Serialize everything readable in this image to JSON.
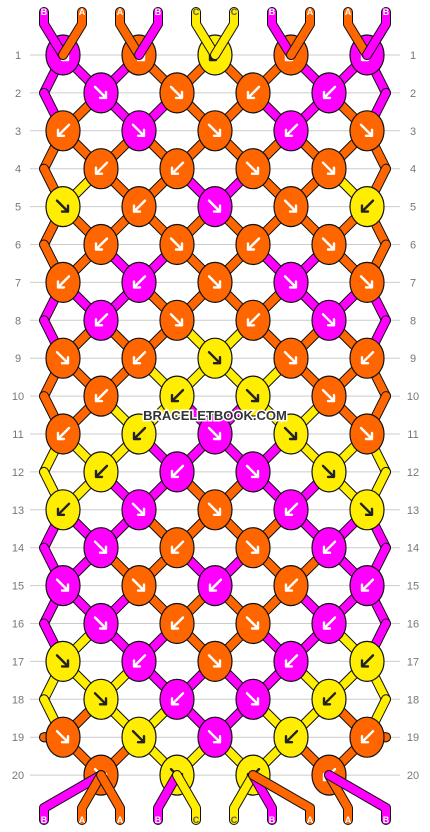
{
  "watermark": "BRACELETBOOK.COM",
  "colors": {
    "A": "#ff6600",
    "B": "#ff00ff",
    "C": "#ffee00",
    "outline": "#111111",
    "gridline": "#cccccc"
  },
  "strands_top": [
    "B",
    "A",
    "A",
    "B",
    "C",
    "C",
    "B",
    "A",
    "A",
    "B"
  ],
  "strands_bottom": [
    "B",
    "A",
    "A",
    "B",
    "C",
    "C",
    "B",
    "A",
    "A",
    "B"
  ],
  "row_labels": [
    "1",
    "2",
    "3",
    "4",
    "5",
    "6",
    "7",
    "8",
    "9",
    "10",
    "11",
    "12",
    "13",
    "14",
    "15",
    "16",
    "17",
    "18",
    "19",
    "20"
  ],
  "knots": [
    [
      {
        "c": "B",
        "d": "dr"
      },
      {
        "c": "A",
        "d": "dr"
      },
      {
        "c": "C",
        "d": "dl"
      },
      {
        "c": "A",
        "d": "dl"
      },
      {
        "c": "B",
        "d": "dl"
      }
    ],
    [
      {
        "c": "B",
        "d": "dr"
      },
      {
        "c": "A",
        "d": "dr"
      },
      {
        "c": "A",
        "d": "dl"
      },
      {
        "c": "B",
        "d": "dl"
      }
    ],
    [
      {
        "c": "A",
        "d": "dl"
      },
      {
        "c": "B",
        "d": "dr"
      },
      {
        "c": "A",
        "d": "dr"
      },
      {
        "c": "B",
        "d": "dl"
      },
      {
        "c": "A",
        "d": "dr"
      }
    ],
    [
      {
        "c": "A",
        "d": "dl"
      },
      {
        "c": "A",
        "d": "dl"
      },
      {
        "c": "A",
        "d": "dr"
      },
      {
        "c": "A",
        "d": "dr"
      }
    ],
    [
      {
        "c": "C",
        "d": "dr"
      },
      {
        "c": "A",
        "d": "dl"
      },
      {
        "c": "B",
        "d": "dr"
      },
      {
        "c": "A",
        "d": "dr"
      },
      {
        "c": "C",
        "d": "dl"
      }
    ],
    [
      {
        "c": "A",
        "d": "dl"
      },
      {
        "c": "A",
        "d": "dr"
      },
      {
        "c": "A",
        "d": "dl"
      },
      {
        "c": "A",
        "d": "dr"
      }
    ],
    [
      {
        "c": "A",
        "d": "dl"
      },
      {
        "c": "B",
        "d": "dl"
      },
      {
        "c": "A",
        "d": "dr"
      },
      {
        "c": "B",
        "d": "dr"
      },
      {
        "c": "A",
        "d": "dr"
      }
    ],
    [
      {
        "c": "B",
        "d": "dl"
      },
      {
        "c": "A",
        "d": "dr"
      },
      {
        "c": "A",
        "d": "dl"
      },
      {
        "c": "B",
        "d": "dr"
      }
    ],
    [
      {
        "c": "A",
        "d": "dr"
      },
      {
        "c": "A",
        "d": "dl"
      },
      {
        "c": "C",
        "d": "dr"
      },
      {
        "c": "A",
        "d": "dr"
      },
      {
        "c": "A",
        "d": "dl"
      }
    ],
    [
      {
        "c": "A",
        "d": "dl"
      },
      {
        "c": "C",
        "d": "dl"
      },
      {
        "c": "C",
        "d": "dr"
      },
      {
        "c": "A",
        "d": "dr"
      }
    ],
    [
      {
        "c": "A",
        "d": "dl"
      },
      {
        "c": "C",
        "d": "dl"
      },
      {
        "c": "B",
        "d": "dr"
      },
      {
        "c": "C",
        "d": "dr"
      },
      {
        "c": "A",
        "d": "dr"
      }
    ],
    [
      {
        "c": "C",
        "d": "dl"
      },
      {
        "c": "B",
        "d": "dl"
      },
      {
        "c": "B",
        "d": "dr"
      },
      {
        "c": "C",
        "d": "dr"
      }
    ],
    [
      {
        "c": "C",
        "d": "dl"
      },
      {
        "c": "B",
        "d": "dr"
      },
      {
        "c": "A",
        "d": "dr"
      },
      {
        "c": "B",
        "d": "dl"
      },
      {
        "c": "C",
        "d": "dr"
      }
    ],
    [
      {
        "c": "B",
        "d": "dr"
      },
      {
        "c": "A",
        "d": "dl"
      },
      {
        "c": "A",
        "d": "dr"
      },
      {
        "c": "B",
        "d": "dl"
      }
    ],
    [
      {
        "c": "B",
        "d": "dr"
      },
      {
        "c": "A",
        "d": "dr"
      },
      {
        "c": "B",
        "d": "dl"
      },
      {
        "c": "A",
        "d": "dl"
      },
      {
        "c": "B",
        "d": "dl"
      }
    ],
    [
      {
        "c": "B",
        "d": "dr"
      },
      {
        "c": "A",
        "d": "dl"
      },
      {
        "c": "A",
        "d": "dr"
      },
      {
        "c": "B",
        "d": "dl"
      }
    ],
    [
      {
        "c": "C",
        "d": "dr"
      },
      {
        "c": "B",
        "d": "dl"
      },
      {
        "c": "A",
        "d": "dr"
      },
      {
        "c": "B",
        "d": "dl"
      },
      {
        "c": "C",
        "d": "dl"
      }
    ],
    [
      {
        "c": "C",
        "d": "dr"
      },
      {
        "c": "B",
        "d": "dl"
      },
      {
        "c": "B",
        "d": "dr"
      },
      {
        "c": "C",
        "d": "dl"
      }
    ],
    [
      {
        "c": "A",
        "d": "dr"
      },
      {
        "c": "C",
        "d": "dr"
      },
      {
        "c": "B",
        "d": "dr"
      },
      {
        "c": "C",
        "d": "dl"
      },
      {
        "c": "A",
        "d": "dl"
      }
    ],
    [
      {
        "c": "A",
        "d": "dr"
      },
      {
        "c": "C",
        "d": "dr"
      },
      {
        "c": "C",
        "d": "dl"
      },
      {
        "c": "A",
        "d": "dl"
      }
    ]
  ]
}
